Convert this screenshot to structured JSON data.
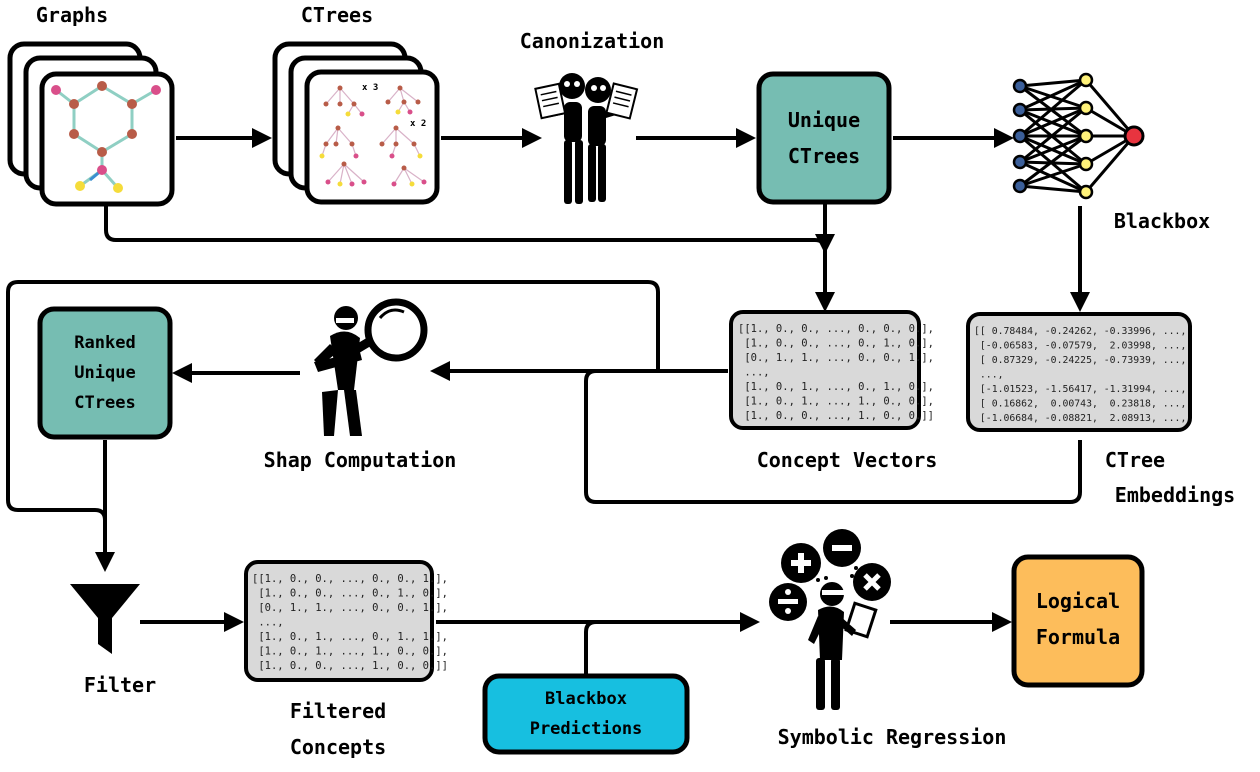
{
  "labels": {
    "graphs": "Graphs",
    "ctrees": "CTrees",
    "canonization": "Canonization",
    "unique_ctrees_1": "Unique",
    "unique_ctrees_2": "CTrees",
    "blackbox": "Blackbox",
    "ranked_1": "Ranked",
    "ranked_2": "Unique",
    "ranked_3": "CTrees",
    "shap": "Shap Computation",
    "concept_vectors": "Concept Vectors",
    "ctree_emb_1": "CTree",
    "ctree_emb_2": "Embeddings",
    "filter": "Filter",
    "filtered_1": "Filtered",
    "filtered_2": "Concepts",
    "bb_pred_1": "Blackbox",
    "bb_pred_2": "Predictions",
    "symbolic": "Symbolic Regression",
    "formula_1": "Logical",
    "formula_2": "Formula",
    "x3": "x 3",
    "x2": "x 2"
  },
  "concept_vectors": [
    "[[1., 0., 0., ..., 0., 0., 0.],",
    " [1., 0., 0., ..., 0., 1., 0.],",
    " [0., 1., 1., ..., 0., 0., 1.],",
    " ...,",
    " [1., 0., 1., ..., 0., 1., 0.],",
    " [1., 0., 1., ..., 1., 0., 0.],",
    " [1., 0., 0., ..., 1., 0., 0.]]"
  ],
  "embeddings": [
    "[[ 0.78484, -0.24262, -0.33996, ...,",
    " [-0.06583, -0.07579,  2.03998, ...,",
    " [ 0.87329, -0.24225, -0.73939, ...,",
    " ...,",
    " [-1.01523, -1.56417, -1.31994, ...,",
    " [ 0.16862,  0.00743,  0.23818, ...,",
    " [-1.06684, -0.08821,  2.08913, ...,"
  ],
  "filtered": [
    "[[1., 0., 0., ..., 0., 0., 1.],",
    " [1., 0., 0., ..., 0., 1., 0.],",
    " [0., 1., 1., ..., 0., 0., 1.],",
    " ...,",
    " [1., 0., 1., ..., 0., 1., 1.],",
    " [1., 0., 1., ..., 1., 0., 0.],",
    " [1., 0., 0., ..., 1., 0., 0.]]"
  ],
  "colors": {
    "teal": "#76bdb2",
    "cyan": "#17bfe0",
    "orange": "#fdbd5b",
    "gray": "#d9d9d9",
    "red": "#e8343f",
    "yellow": "#fff27a",
    "navy": "#3b5f9a",
    "brown": "#b85c48",
    "pink": "#d94f8a",
    "edge": "#8fcfc3"
  }
}
